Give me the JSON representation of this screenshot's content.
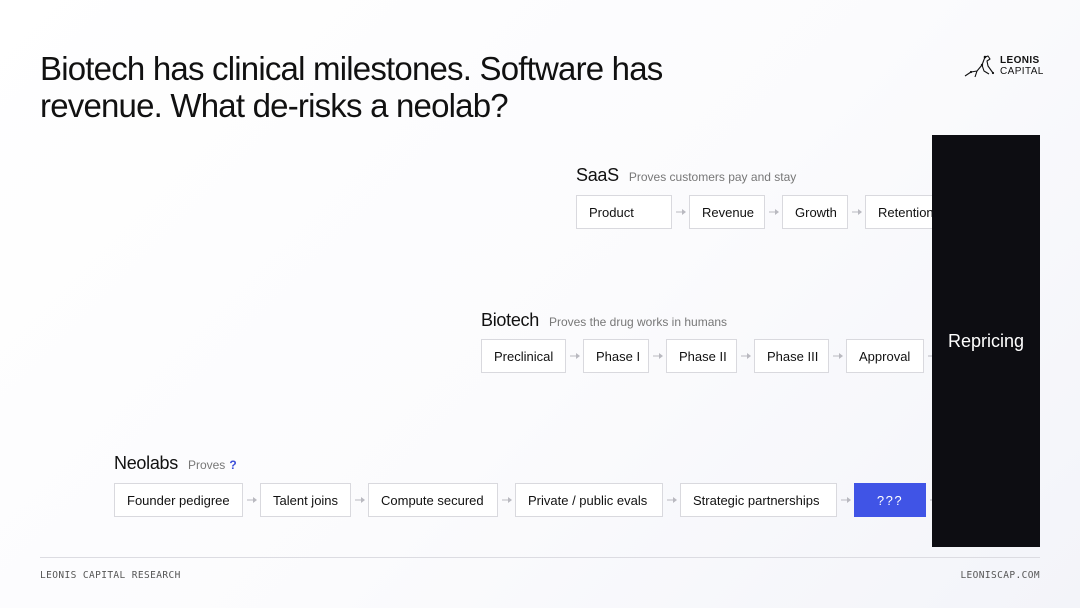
{
  "title": {
    "line1": "Biotech has clinical milestones. Software has",
    "line2": "revenue. What de-risks a neolab?"
  },
  "logo": {
    "line1": "LEONIS",
    "line2": "CAPITAL"
  },
  "saas": {
    "name": "SaaS",
    "subtitle": "Proves customers pay and stay",
    "steps": [
      "Product",
      "Revenue",
      "Growth",
      "Retention"
    ]
  },
  "biotech": {
    "name": "Biotech",
    "subtitle": "Proves the drug works in humans",
    "steps": [
      "Preclinical",
      "Phase I",
      "Phase II",
      "Phase III",
      "Approval"
    ]
  },
  "neolabs": {
    "name": "Neolabs",
    "subtitle": "Proves",
    "subtitle_mark": "?",
    "steps": [
      "Founder pedigree",
      "Talent joins",
      "Compute secured",
      "Private / public evals",
      "Strategic partnerships"
    ],
    "final_step": "???"
  },
  "outcome": "Repricing",
  "footer": {
    "left": "LEONIS CAPITAL RESEARCH",
    "right": "LEONISCAP.COM"
  },
  "colors": {
    "accent": "#4054e6",
    "outcome_bg": "#0d0d12",
    "box_border": "#d9d9de",
    "arrow": "#b9b9c0"
  }
}
